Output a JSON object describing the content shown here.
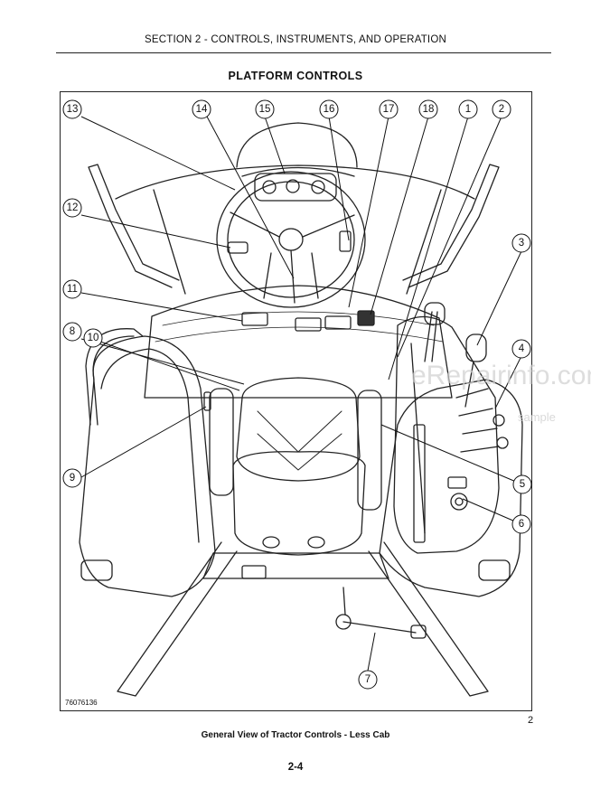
{
  "header": {
    "section": "SECTION 2 - CONTROLS, INSTRUMENTS, AND OPERATION",
    "title": "PLATFORM CONTROLS"
  },
  "figure": {
    "reference_code": "76076136",
    "figure_number": "2",
    "caption": "General View of Tractor Controls - Less Cab",
    "callouts": [
      "1",
      "2",
      "3",
      "4",
      "5",
      "6",
      "7",
      "8",
      "9",
      "10",
      "11",
      "12",
      "13",
      "14",
      "15",
      "16",
      "17",
      "18"
    ],
    "watermark": {
      "site": "eRepairinfo.com",
      "note": "sample"
    }
  },
  "footer": {
    "page_number": "2-4"
  }
}
